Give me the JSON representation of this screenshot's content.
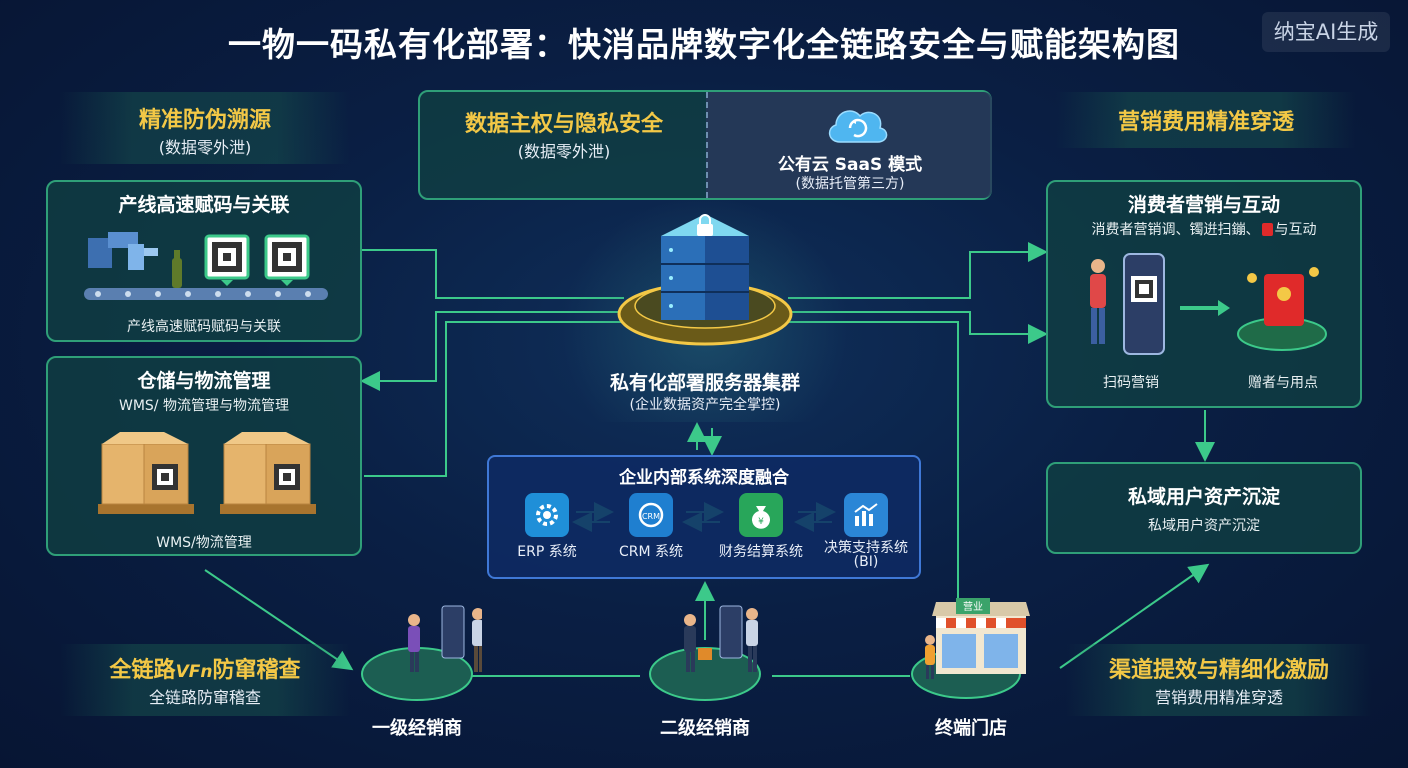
{
  "title": "一物一码私有化部署：快消品牌数字化全链路安全与赋能架构图",
  "watermark": "纳宝AI生成",
  "left_top_banner": {
    "title": "精准防伪溯源",
    "subtitle": "(数据零外泄)"
  },
  "sovereignty": {
    "title": "数据主权与隐私安全",
    "subtitle": "(数据零外泄)",
    "cloud_title": "公有云 SaaS 模式",
    "cloud_subtitle": "(数据托管第三方)"
  },
  "right_top_banner": {
    "title": "营销费用精准穿透"
  },
  "production": {
    "title": "产线高速赋码与关联",
    "caption": "产线高速赋码赋码与关联"
  },
  "warehouse": {
    "title": "仓储与物流管理",
    "subtitle": "WMS/ 物流管理与物流管理",
    "caption": "WMS/物流管理"
  },
  "server": {
    "title": "私有化部署服务器集群",
    "subtitle": "(企业数据资产完全掌控)"
  },
  "internal": {
    "title": "企业内部系统深度融合",
    "systems": [
      {
        "label": "ERP 系统",
        "icon": "gear-icon",
        "color": "#1f8fd8"
      },
      {
        "label": "CRM 系统",
        "icon": "crm-headset-icon",
        "color": "#1f7fd0"
      },
      {
        "label": "财务结算系统",
        "icon": "money-bag-icon",
        "color": "#28a65a"
      },
      {
        "label": "决策支持系统",
        "label2": "(BI)",
        "icon": "chart-icon",
        "color": "#2b86d6"
      }
    ]
  },
  "consumer": {
    "title": "消费者营销与互动",
    "subtitle_a": "消费者营销调、镯逬扫鏰、",
    "subtitle_b": "与互动",
    "scan_label": "扫码营销",
    "gift_label": "赠者与用点"
  },
  "private_domain": {
    "title": "私域用户资产沉淀",
    "subtitle": "私域用户资产沉淀"
  },
  "left_bottom_banner": {
    "title_a": "全链路",
    "title_mid": "VFn",
    "title_b": "防窜稽查",
    "subtitle": "全链路防窜稽查"
  },
  "right_bottom_banner": {
    "title": "渠道提效与精细化激励",
    "subtitle": "营销费用精准穿透"
  },
  "nodes": [
    {
      "label": "一级经销商"
    },
    {
      "label": "二级经销商"
    },
    {
      "label": "终端门店",
      "store_sign": "营业"
    }
  ],
  "colors": {
    "accent_green": "#2f9f78",
    "gold": "#f3c846",
    "blue": "#3f78d6",
    "line_green": "#3cc98a"
  }
}
